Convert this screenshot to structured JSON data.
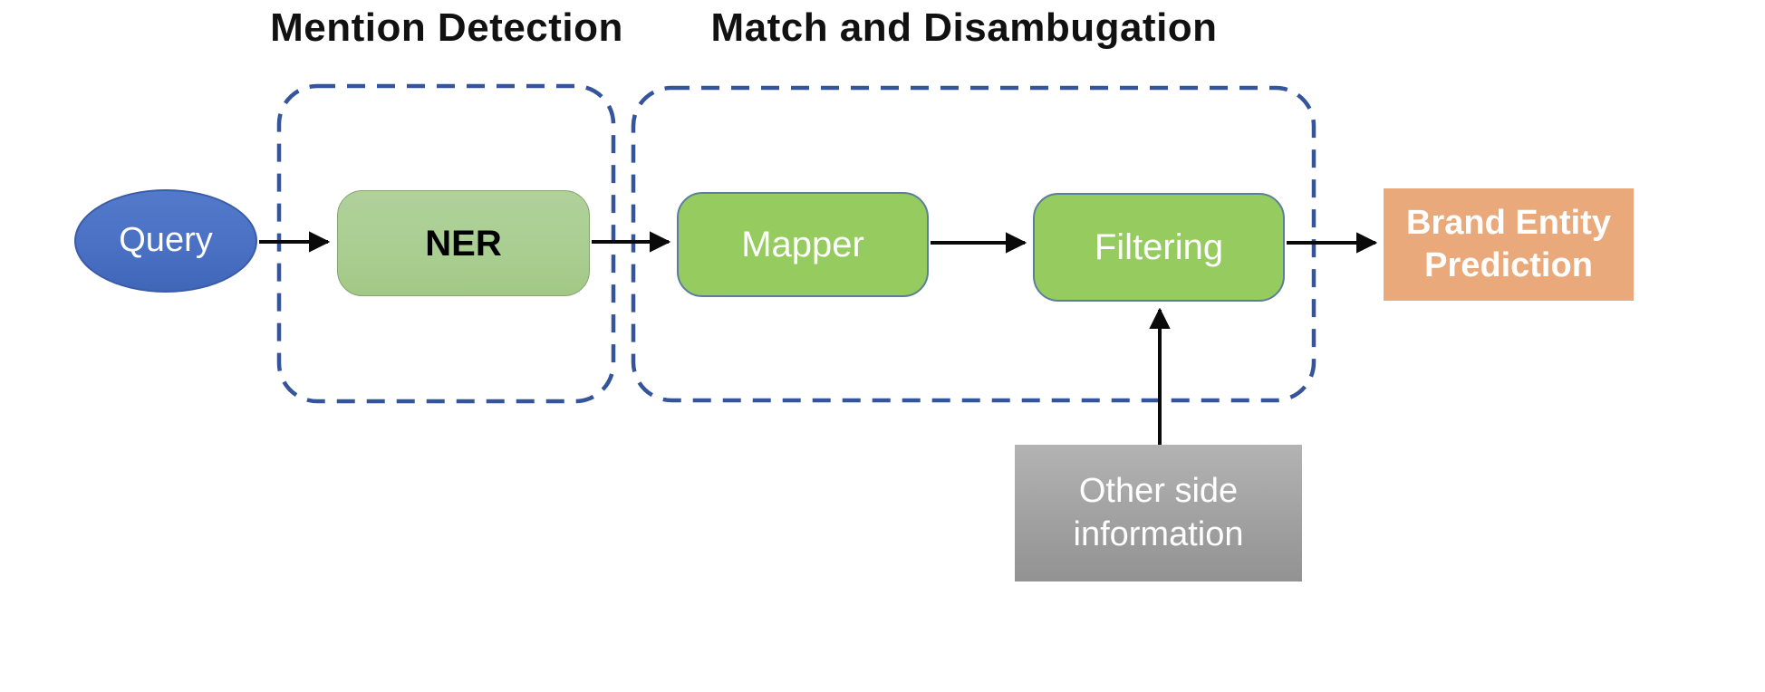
{
  "groups": [
    {
      "id": "mention-detection",
      "label": "Mention Detection"
    },
    {
      "id": "match-disambugation",
      "label": "Match and Disambugation"
    }
  ],
  "nodes": {
    "query": {
      "label": "Query",
      "shape": "ellipse"
    },
    "ner": {
      "label": "NER",
      "shape": "rounded-rect"
    },
    "mapper": {
      "label": "Mapper",
      "shape": "rounded-rect"
    },
    "filtering": {
      "label": "Filtering",
      "shape": "rounded-rect"
    },
    "brand": {
      "label": "Brand Entity Prediction",
      "shape": "rect"
    },
    "side_info": {
      "label": "Other side information",
      "shape": "rect"
    }
  },
  "edges": [
    {
      "from": "query",
      "to": "ner"
    },
    {
      "from": "ner",
      "to": "mapper"
    },
    {
      "from": "mapper",
      "to": "filtering"
    },
    {
      "from": "filtering",
      "to": "brand"
    },
    {
      "from": "side_info",
      "to": "filtering"
    }
  ],
  "colors": {
    "query-fill": "#4A71C4",
    "query-border": "#3A5CA8",
    "ner-fill": "#A9CE91",
    "ner-border": "#87A371",
    "process-fill": "#96CB5F",
    "process-border": "#5B7E9B",
    "brand-fill": "#E9A97A",
    "side-fill-top": "#B3B3B3",
    "side-fill-bottom": "#929292",
    "group-border": "#34549B",
    "arrow": "#0A0A0A",
    "label-text": "#111111",
    "text-on-dark": "#FFFFFF",
    "text-on-light": "#000000"
  }
}
